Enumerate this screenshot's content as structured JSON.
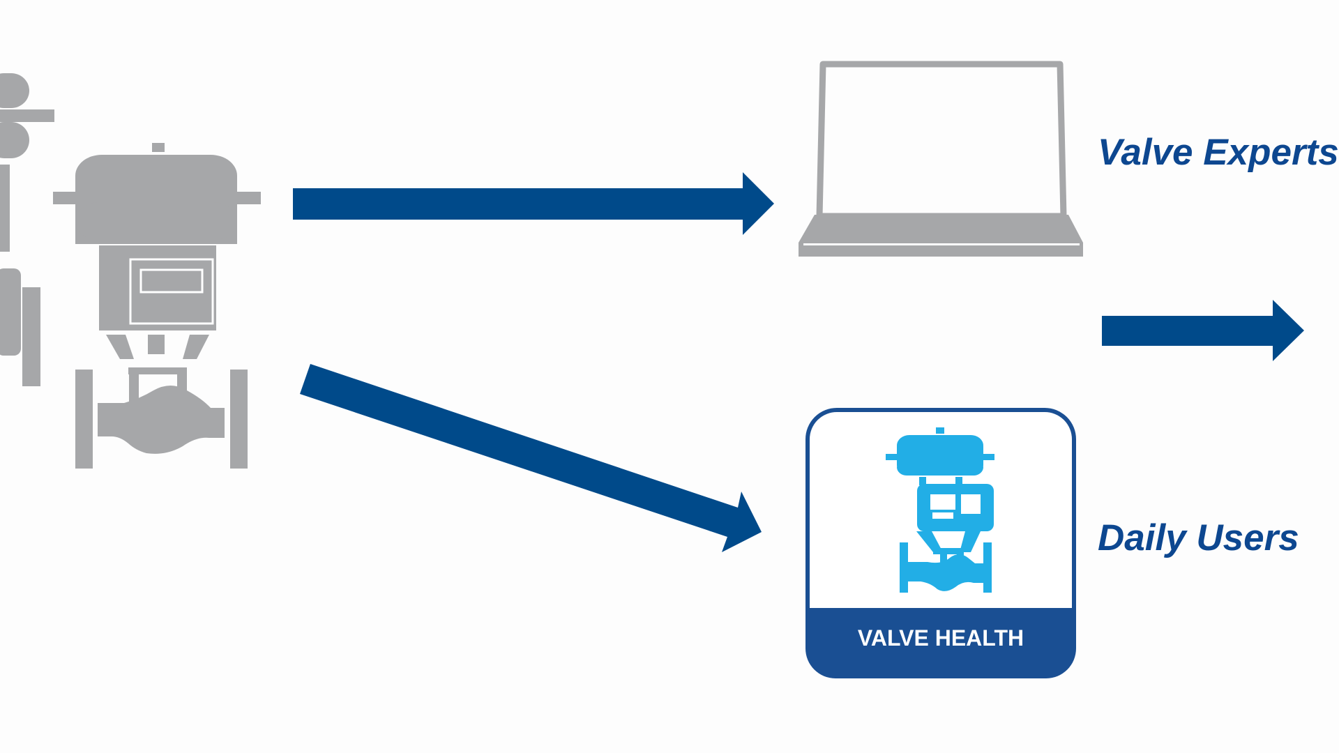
{
  "colors": {
    "background": "#fdfdfd",
    "gray": "#a6a7a9",
    "arrow_blue": "#004a8a",
    "badge_blue": "#1a4f93",
    "icon_cyan": "#22aee6",
    "label_blue": "#0d4790"
  },
  "icons": {
    "valve_back": "control-valve-icon",
    "valve_front": "control-valve-icon",
    "laptop": "laptop-icon",
    "badge": "valve-health-app-icon"
  },
  "labels": {
    "experts": "Valve Experts",
    "daily_users": "Daily Users",
    "badge_text": "VALVE HEALTH"
  }
}
